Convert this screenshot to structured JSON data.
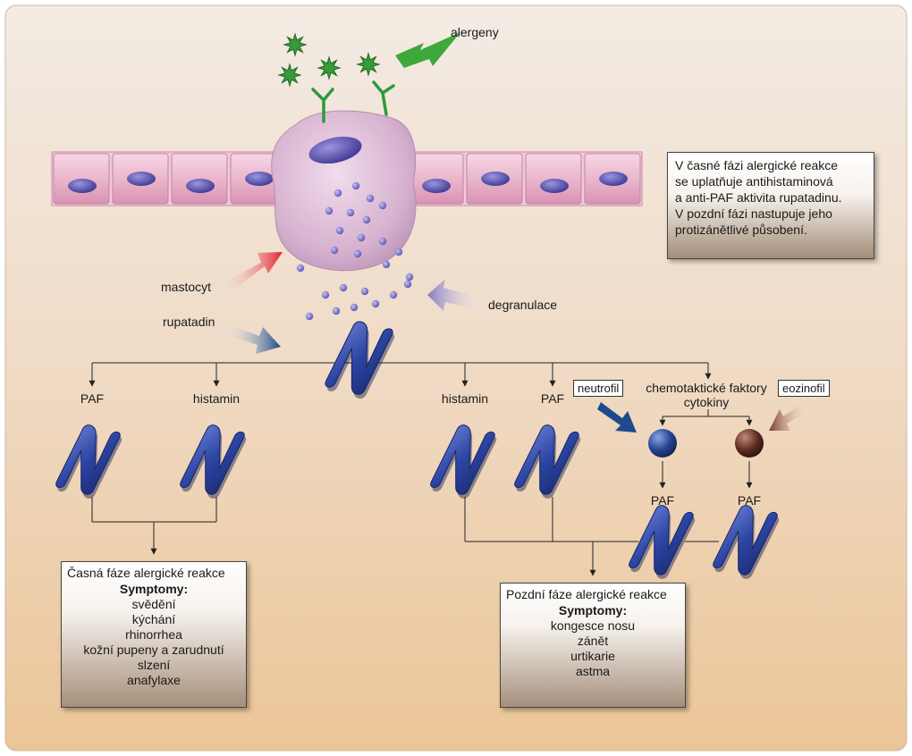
{
  "labels": {
    "allergens": "alergeny",
    "mast_cell": "mastocyt",
    "rupatadine": "rupatadin",
    "degranulation": "degranulace",
    "paf_left": "PAF",
    "histamine_left": "histamin",
    "histamine_right": "histamin",
    "paf_right": "PAF",
    "chemotactic_1": "chemotaktické faktory",
    "chemotactic_2": "cytokiny",
    "neutrophil": "neutrofil",
    "eosinophil": "eozinofil",
    "paf_neutrophil": "PAF",
    "paf_eosinophil": "PAF"
  },
  "note": {
    "lines": [
      "V časné fázi alergické reakce",
      "se uplatňuje antihistaminová",
      "a anti-PAF aktivita rupatadinu.",
      "V pozdní fázi nastupuje jeho",
      "protizánětlivé působení."
    ]
  },
  "early_box": {
    "title": "Časná fáze alergické reakce",
    "symptoms_label": "Symptomy:",
    "items": [
      "svědění",
      "kýchání",
      "rhinorrhea",
      "kožní pupeny a zarudnutí",
      "slzení",
      "anafylaxe"
    ]
  },
  "late_box": {
    "title": "Pozdní fáze alergické reakce",
    "symptoms_label": "Symptomy:",
    "items": [
      "kongesce nosu",
      "zánět",
      "urtikarie",
      "astma"
    ]
  },
  "colors": {
    "background_top": "#f2e8df",
    "background_bottom": "#ebc79a",
    "epithelium": "#efc0d4",
    "nucleus": "#5b55b0",
    "mast_cell": "#d8b3d3",
    "rupatadine_n": "#2a3f97",
    "allergen": "#3a9a3a",
    "arrow_allergen": "#3fa83a",
    "arrow_mast": "#d9262b",
    "arrow_rupatadine": "#1d4a8a",
    "arrow_degranulation": "#8c83c4",
    "arrow_neutrophil": "#1d4a8a",
    "arrow_eosinophil": "#7a3a2a",
    "neutrophil": "#1f3f88",
    "eosinophil": "#5a2a20"
  }
}
